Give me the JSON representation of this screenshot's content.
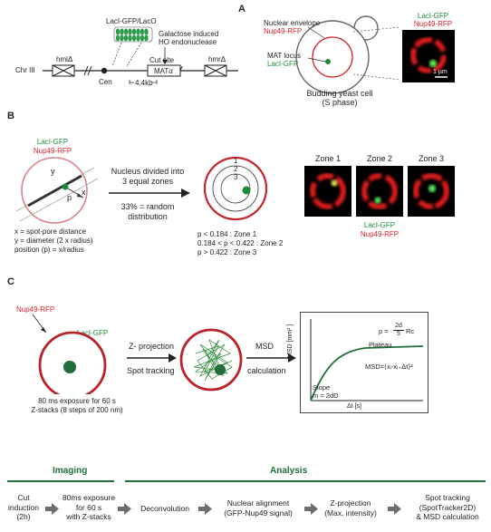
{
  "panel_a": {
    "letter": "A",
    "laci_laco": "LacI-GFP/LacO",
    "galactose": "Galactose induced",
    "ho_endonuclease": "HO endonuclease",
    "chr": "Chr III",
    "hml": "hmlΔ",
    "cen": "Cen",
    "cut_site": "Cut site",
    "mat": "MATα",
    "distance": "4.4kb",
    "hmr": "hmrΔ",
    "nuclear_envelope": "Nuclear envelope",
    "nup49_rfp": "Nup49-RFP",
    "mat_locus": "MAT locus",
    "laci_gfp": "LacI-GFP",
    "budding_line1": "Budding yeast cell",
    "budding_line2": "(S phase)",
    "img_laci_gfp": "LacI-GFP",
    "img_nup49_rfp": "Nup49-RFP",
    "scalebar": "1 µm"
  },
  "panel_b": {
    "letter": "B",
    "laci_gfp": "LacI-GFP",
    "nup49_rfp": "Nup49-RFP",
    "y": "y",
    "p": "p",
    "x": "x",
    "def_x": "x = spot-pore distance",
    "def_y": "y = diameter (2 x radius)",
    "def_p": "position (p) = x/radius",
    "divided_1": "Nucleus divided into",
    "divided_2": "3 equal zones",
    "random_1": "33% = random",
    "random_2": "distribution",
    "zone_num_1": "1",
    "zone_num_2": "2",
    "zone_num_3": "3",
    "rule_1": "p < 0.184 : Zone 1",
    "rule_2": "0.184 < p < 0.422 : Zone 2",
    "rule_3": "p > 0.422 : Zone 3",
    "zones": [
      "Zone 1",
      "Zone 2",
      "Zone 3"
    ],
    "img_laci_gfp": "LacI-GFP",
    "img_nup49_rfp": "Nup49-RFP"
  },
  "panel_c": {
    "letter": "C",
    "nup49_rfp": "Nup49-RFP",
    "laci_gfp": "LacI-GFP",
    "exposure_1": "80 ms exposure for 60 s",
    "exposure_2": "Z-stacks (8 steps of 200 nm)",
    "zproj": "Z- projection",
    "spot_tracking": "Spot tracking",
    "msd": "MSD",
    "calculation": "calculation",
    "ylabel": "MSD [mm² ]",
    "xlabel": "Δt [s]",
    "plateau": "Plateau",
    "slope": "Slope",
    "slope_eq": "m = 2dD",
    "p_eq_lhs": "p =",
    "p_eq_num": "2d",
    "p_eq_den": "5",
    "p_eq_rc": "Rc",
    "msd_eq": "MSD=⟨xᵢ-xᵢ₊Δt⟩²"
  },
  "workflow": {
    "imaging": "Imaging",
    "analysis": "Analysis",
    "steps": [
      {
        "l1": "Cut",
        "l2": "induction",
        "l3": "(2h)",
        "l4": ""
      },
      {
        "l1": "80ms exposure",
        "l2": "for 60 s",
        "l3": "with Z-stacks",
        "l4": ""
      },
      {
        "l1": "Deconvolution",
        "l2": "",
        "l3": "",
        "l4": ""
      },
      {
        "l1": "Nuclear alignment",
        "l2": "(GFP-Nup49 signal)",
        "l3": "",
        "l4": ""
      },
      {
        "l1": "Z-projection",
        "l2": "(Max. intensity)",
        "l3": "",
        "l4": ""
      },
      {
        "l1": "Spot tracking",
        "l2": "(SpotTracker2D)",
        "l3": "& MSD calculation",
        "l4": ""
      }
    ]
  },
  "colors": {
    "red": "#d8232a",
    "green": "#1d8a3a",
    "dark_green": "#1f6e3a",
    "arrow": "#6d6d6d"
  }
}
